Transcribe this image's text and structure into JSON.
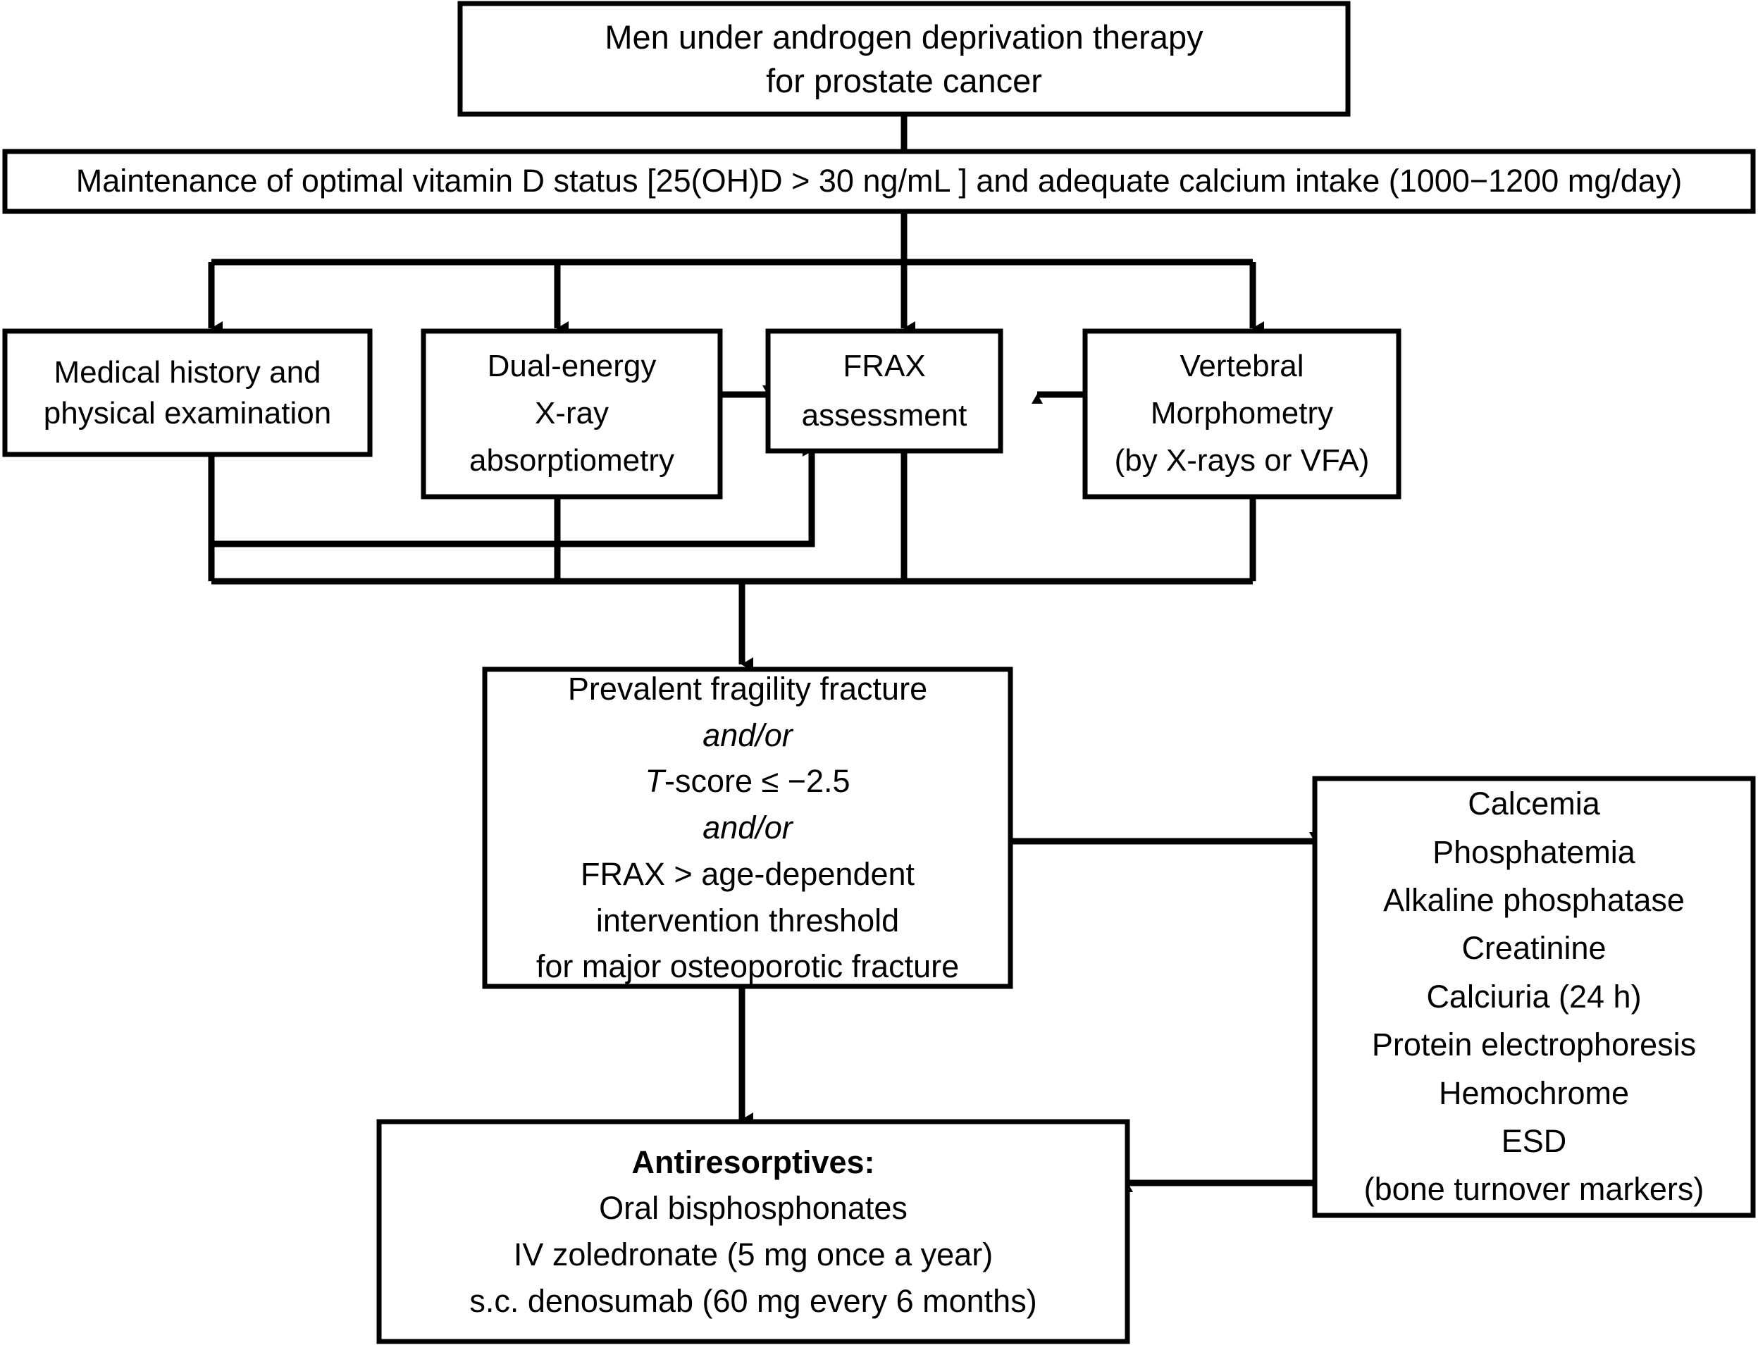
{
  "diagram": {
    "title": "Management algorithm for bone health in men under androgen deprivation therapy",
    "nodes": {
      "population": {
        "name": "population-box",
        "lines": [
          "Men under androgen deprivation therapy",
          "for prostate cancer"
        ]
      },
      "maintenance": {
        "name": "maintenance-box",
        "lines": [
          "Maintenance of optimal vitamin D status [25(OH)D > 30 ng/mL ] and adequate calcium intake (1000−1200 mg/day)"
        ]
      },
      "medical_history": {
        "name": "medical-history-box",
        "lines": [
          "Medical history and",
          "physical examination"
        ]
      },
      "dxa": {
        "name": "dxa-box",
        "lines": [
          "Dual-energy",
          "X-ray",
          "absorptiometry"
        ]
      },
      "frax": {
        "name": "frax-box",
        "lines": [
          "FRAX",
          "assessment"
        ]
      },
      "vertebral": {
        "name": "vertebral-morphometry-box",
        "lines": [
          "Vertebral",
          "Morphometry",
          "(by X‐rays or VFA)"
        ]
      },
      "criteria": {
        "name": "criteria-box",
        "lines": [
          "Prevalent fragility fracture",
          "and/or",
          "T-score ≤ −2.5",
          "and/or",
          "FRAX > age-dependent",
          "intervention threshold",
          "for major osteoporotic fracture"
        ],
        "italic_lines": [
          1,
          3
        ],
        "tscore_line_index": 2,
        "tscore_prefix": "T",
        "tscore_rest": "-score ≤ −2.5"
      },
      "labs": {
        "name": "laboratory-workup-box",
        "lines": [
          "Calcemia",
          "Phosphatemia",
          "Alkaline phosphatase",
          "Creatinine",
          "Calciuria (24 h)",
          "Protein electrophoresis",
          "Hemochrome",
          "ESD",
          "(bone turnover markers)"
        ]
      },
      "treatment": {
        "name": "treatment-box",
        "heading": "Antiresorptives:",
        "lines": [
          "Oral bisphosphonates",
          "IV zoledronate (5 mg once a year)",
          "s.c. denosumab (60 mg every 6 months)"
        ]
      }
    },
    "connectors": [
      {
        "name": "population-to-maintenance",
        "from": "population",
        "to": "maintenance",
        "style": "plain"
      },
      {
        "name": "maintenance-to-medical-history",
        "from": "maintenance",
        "to": "medical_history",
        "style": "arrow-down"
      },
      {
        "name": "maintenance-to-dxa",
        "from": "maintenance",
        "to": "dxa",
        "style": "arrow-down"
      },
      {
        "name": "maintenance-to-frax",
        "from": "maintenance",
        "to": "frax",
        "style": "arrow-down"
      },
      {
        "name": "maintenance-to-vertebral",
        "from": "maintenance",
        "to": "vertebral",
        "style": "arrow-down"
      },
      {
        "name": "dxa-to-frax",
        "from": "dxa",
        "to": "frax",
        "style": "arrow-right"
      },
      {
        "name": "vertebral-to-frax",
        "from": "vertebral",
        "to": "frax",
        "style": "arrow-left"
      },
      {
        "name": "medical-history-to-frax",
        "from": "medical_history",
        "to": "frax",
        "style": "arrow-up-elbow"
      },
      {
        "name": "assessments-to-criteria",
        "from": "assessment-row",
        "to": "criteria",
        "style": "merge-arrow-down"
      },
      {
        "name": "criteria-to-labs",
        "from": "criteria",
        "to": "labs",
        "style": "arrow-right"
      },
      {
        "name": "criteria-to-treatment",
        "from": "criteria",
        "to": "treatment",
        "style": "arrow-down"
      },
      {
        "name": "labs-to-treatment",
        "from": "labs",
        "to": "treatment",
        "style": "arrow-left"
      }
    ],
    "colors": {
      "stroke": "#000000",
      "fill": "#ffffff",
      "text": "#000000"
    }
  }
}
